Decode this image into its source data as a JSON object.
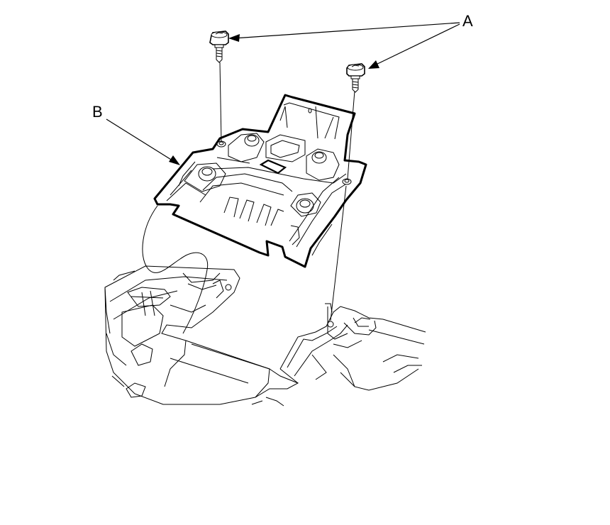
{
  "callouts": {
    "a": "A",
    "b": "B"
  },
  "parts": {
    "a": "bolt",
    "b": "under cover"
  },
  "colors": {
    "ink": "#000000",
    "background": "#ffffff"
  }
}
